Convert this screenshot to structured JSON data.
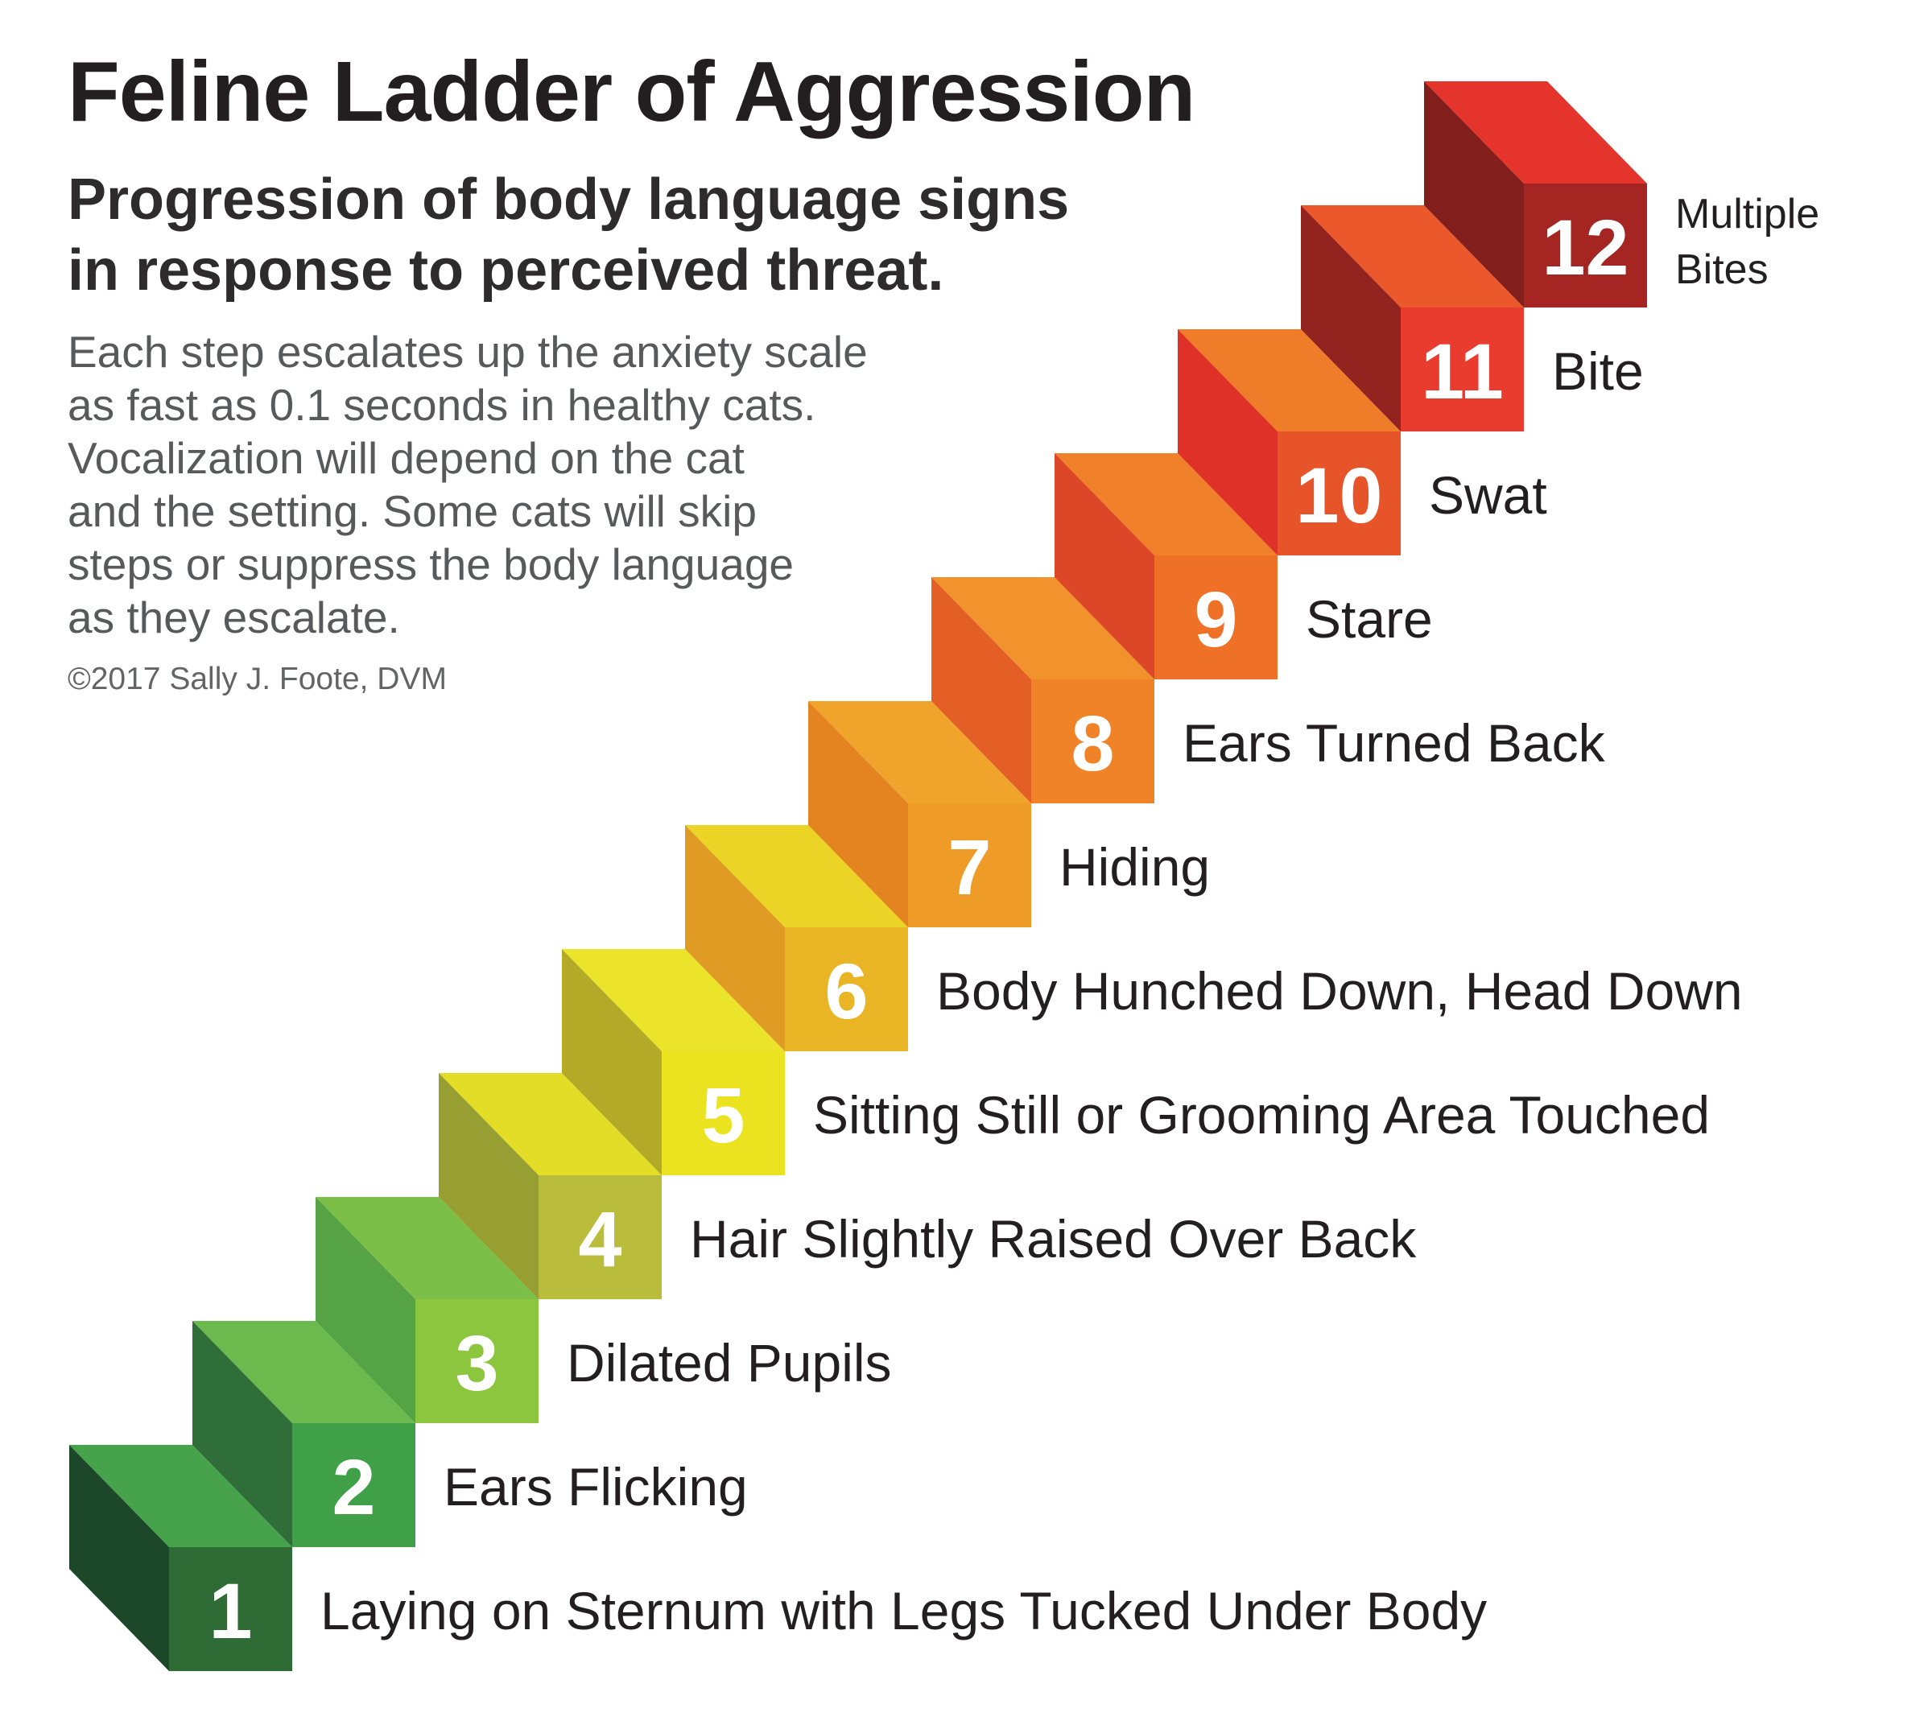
{
  "header": {
    "title": "Feline Ladder of Aggression",
    "subtitle": "Progression of body language signs\nin response to perceived threat.",
    "description": "Each step escalates up the anxiety scale\nas fast as 0.1 seconds in healthy cats.\nVocalization will depend on the cat\nand the setting. Some cats will skip\nsteps or suppress the body language\nas they escalate.",
    "copyright": "©2017 Sally J. Foote, DVM"
  },
  "ladder": {
    "number_color": "#ffffff",
    "label_color": "#231f20",
    "steps": [
      {
        "number": "1",
        "label": "Laying on Sternum with Legs Tucked Under Body",
        "colors": {
          "top": "#47a34b",
          "front": "#2e6b35",
          "side": "#1c4829"
        }
      },
      {
        "number": "2",
        "label": "Ears Flicking",
        "colors": {
          "top": "#6cb94e",
          "front": "#3fa048",
          "side": "#2f6e38"
        }
      },
      {
        "number": "3",
        "label": "Dilated Pupils",
        "colors": {
          "top": "#7cbf48",
          "front": "#8cc63f",
          "side": "#55a345"
        }
      },
      {
        "number": "4",
        "label": "Hair Slightly Raised Over Back",
        "colors": {
          "top": "#e4dd28",
          "front": "#b9bd3b",
          "side": "#989f32"
        }
      },
      {
        "number": "5",
        "label": "Sitting Still or Grooming Area Touched",
        "colors": {
          "top": "#ece42b",
          "front": "#ebe220",
          "side": "#b3aa28"
        }
      },
      {
        "number": "6",
        "label": "Body Hunched Down, Head Down",
        "colors": {
          "top": "#ecd426",
          "front": "#e9b524",
          "side": "#df9b24"
        }
      },
      {
        "number": "7",
        "label": "Hiding",
        "colors": {
          "top": "#f0a42c",
          "front": "#ef9b28",
          "side": "#e38420"
        }
      },
      {
        "number": "8",
        "label": "Ears Turned Back",
        "colors": {
          "top": "#f2922c",
          "front": "#f08328",
          "side": "#e35f26"
        }
      },
      {
        "number": "9",
        "label": "Stare",
        "colors": {
          "top": "#f0812a",
          "front": "#ee7127",
          "side": "#dc4727"
        }
      },
      {
        "number": "10",
        "label": "Swat",
        "colors": {
          "top": "#ef7c29",
          "front": "#e85429",
          "side": "#e03128"
        }
      },
      {
        "number": "11",
        "label": "Bite",
        "colors": {
          "top": "#ea582c",
          "front": "#e93c2e",
          "side": "#93231f"
        }
      },
      {
        "number": "12",
        "label": "Multiple Bites",
        "label_lines": [
          "Multiple",
          "Bites"
        ],
        "colors": {
          "top": "#e5342c",
          "front": "#a42522",
          "side": "#821e1c"
        }
      }
    ]
  },
  "canvas": {
    "width": "2400",
    "height": "2138",
    "background": "#ffffff"
  }
}
